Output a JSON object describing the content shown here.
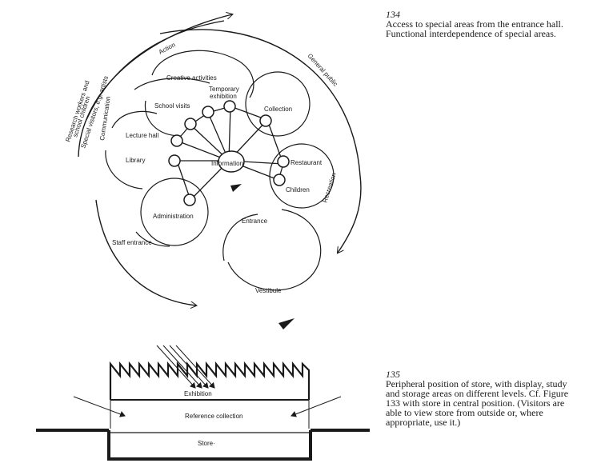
{
  "figure_134": {
    "number": "134",
    "caption": "Access to special areas from the entrance hall. Functional interdependence of special areas.",
    "labels": {
      "action": "Action",
      "creative_activities": "Creative activities",
      "temporary_exhibition_1": "Temporary",
      "temporary_exhibition_2": "exhibition",
      "school_visits": "School visits",
      "collection": "Collection",
      "lecture_hall": "Lecture hall",
      "library": "Library",
      "information": "Information",
      "restaurant": "Restaurant",
      "children": "Children",
      "administration": "Administration",
      "entrance": "Entrance",
      "vestibule": "Vestibule",
      "staff_entrance": "Staff entrance",
      "general_public": "General public",
      "recreation": "Recreation",
      "communication": "Communication",
      "research_workers": "Research workers and",
      "school_children": "school children",
      "special_visitors": "Special visitors, e.g. artists"
    }
  },
  "figure_135": {
    "number": "135",
    "caption": "Peripheral position of store, with display, study and storage areas on different levels. Cf. Figure 133 with store in central position. (Visitors are able to view store from outside or, where appropriate, use it.)",
    "labels": {
      "exhibition": "Exhibition",
      "reference_collection": "Reference collection",
      "store": "Store·"
    }
  }
}
